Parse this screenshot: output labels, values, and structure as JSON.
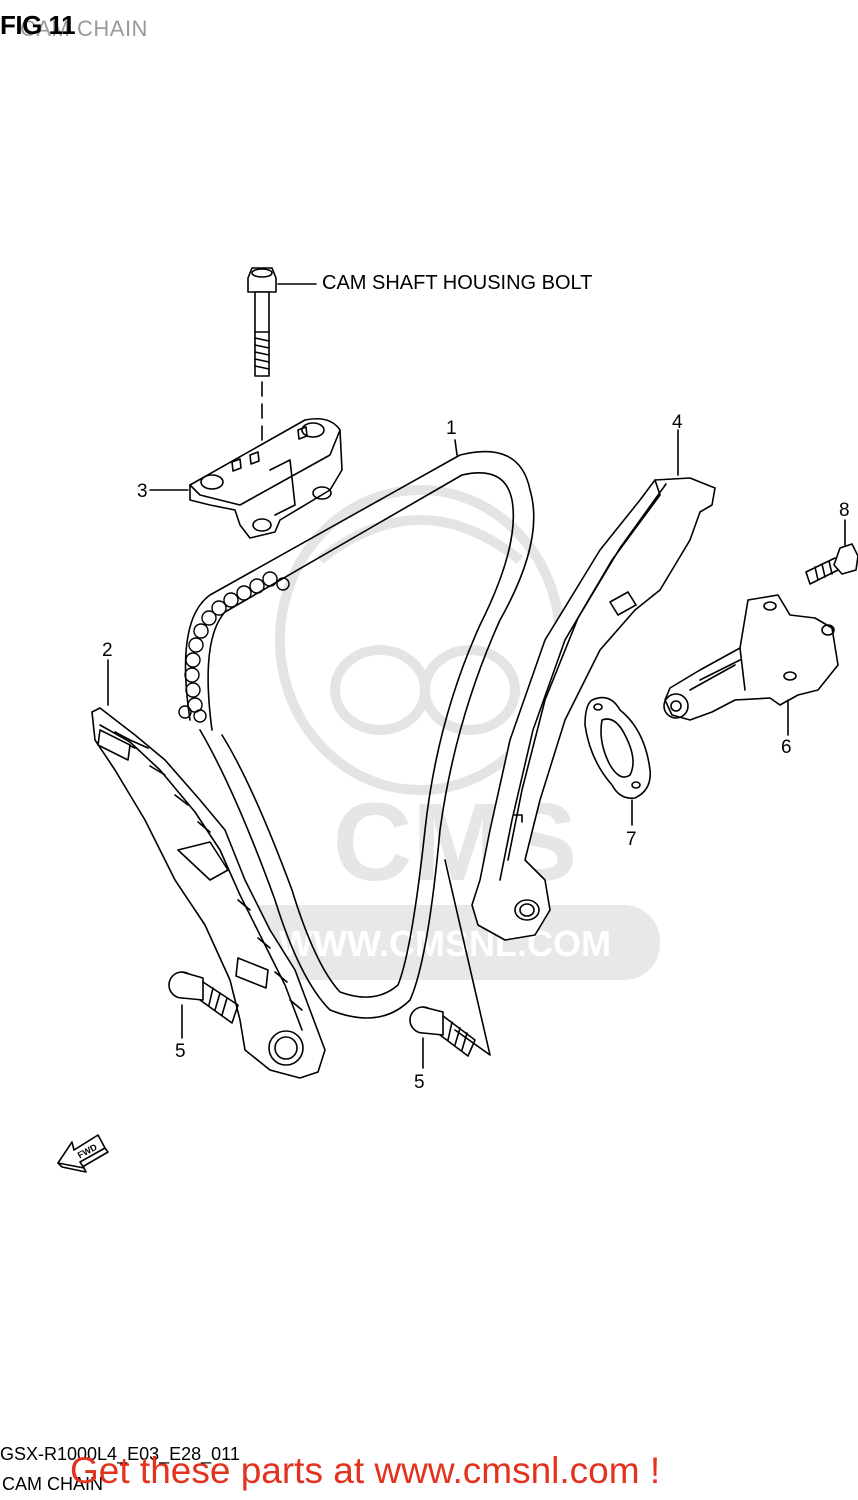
{
  "header": {
    "fig_label": "FIG 11",
    "subtitle": "CAM CHAIN"
  },
  "labels": {
    "bolt": "CAM SHAFT HOUSING BOLT"
  },
  "callouts": [
    {
      "id": "part-1",
      "number": "1"
    },
    {
      "id": "part-2",
      "number": "2"
    },
    {
      "id": "part-3",
      "number": "3"
    },
    {
      "id": "part-4",
      "number": "4"
    },
    {
      "id": "part-5a",
      "number": "5"
    },
    {
      "id": "part-5b",
      "number": "5"
    },
    {
      "id": "part-6",
      "number": "6"
    },
    {
      "id": "part-7",
      "number": "7"
    },
    {
      "id": "part-8",
      "number": "8"
    }
  ],
  "watermark": {
    "brand": "CMS",
    "site": "WWW.CMSNL.COM"
  },
  "fwd_arrow_text": "FWD",
  "footer": {
    "code": "GSX-R1000L4_E03_E28_011",
    "name": "CAM CHAIN",
    "cta": "Get these parts at www.cmsnl.com !"
  },
  "colors": {
    "cta": "#e3321e",
    "watermark": "#e6e6e6",
    "line": "#000000"
  }
}
